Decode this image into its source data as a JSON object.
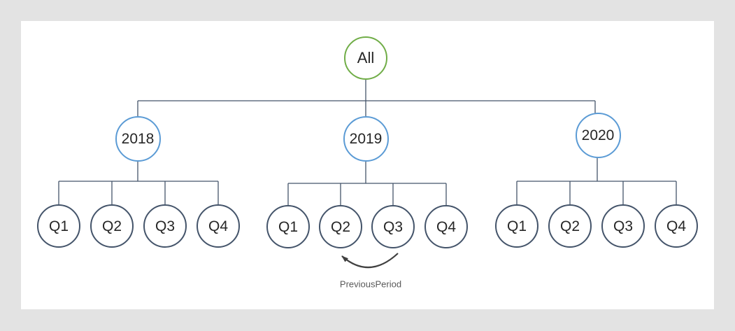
{
  "surface": {
    "background_color": "#e3e3e3",
    "card_color": "#ffffff"
  },
  "diagram": {
    "line_color": "#44546A",
    "root": {
      "label": "All",
      "border_color": "#70AD47"
    },
    "years": [
      {
        "label": "2018",
        "border_color": "#5B9BD5",
        "quarters": [
          "Q1",
          "Q2",
          "Q3",
          "Q4"
        ]
      },
      {
        "label": "2019",
        "border_color": "#5B9BD5",
        "quarters": [
          "Q1",
          "Q2",
          "Q3",
          "Q4"
        ]
      },
      {
        "label": "2020",
        "border_color": "#5B9BD5",
        "quarters": [
          "Q1",
          "Q2",
          "Q3",
          "Q4"
        ]
      }
    ],
    "quarter_border_color": "#44546A",
    "annotation": {
      "label": "PreviousPeriod",
      "text_color": "#595959",
      "arrow_color": "#404040",
      "arrow_from": "2019 Q3",
      "arrow_to": "2019 Q2"
    }
  }
}
